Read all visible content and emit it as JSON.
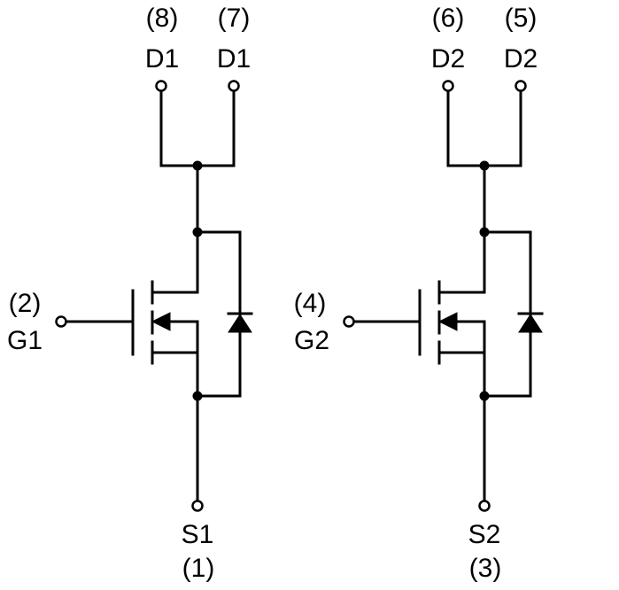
{
  "mosfet1": {
    "drain_a": {
      "pin": "(8)",
      "name": "D1"
    },
    "drain_b": {
      "pin": "(7)",
      "name": "D1"
    },
    "gate": {
      "pin": "(2)",
      "name": "G1"
    },
    "source": {
      "pin": "(1)",
      "name": "S1"
    }
  },
  "mosfet2": {
    "drain_a": {
      "pin": "(6)",
      "name": "D2"
    },
    "drain_b": {
      "pin": "(5)",
      "name": "D2"
    },
    "gate": {
      "pin": "(4)",
      "name": "G2"
    },
    "source": {
      "pin": "(3)",
      "name": "S2"
    }
  }
}
